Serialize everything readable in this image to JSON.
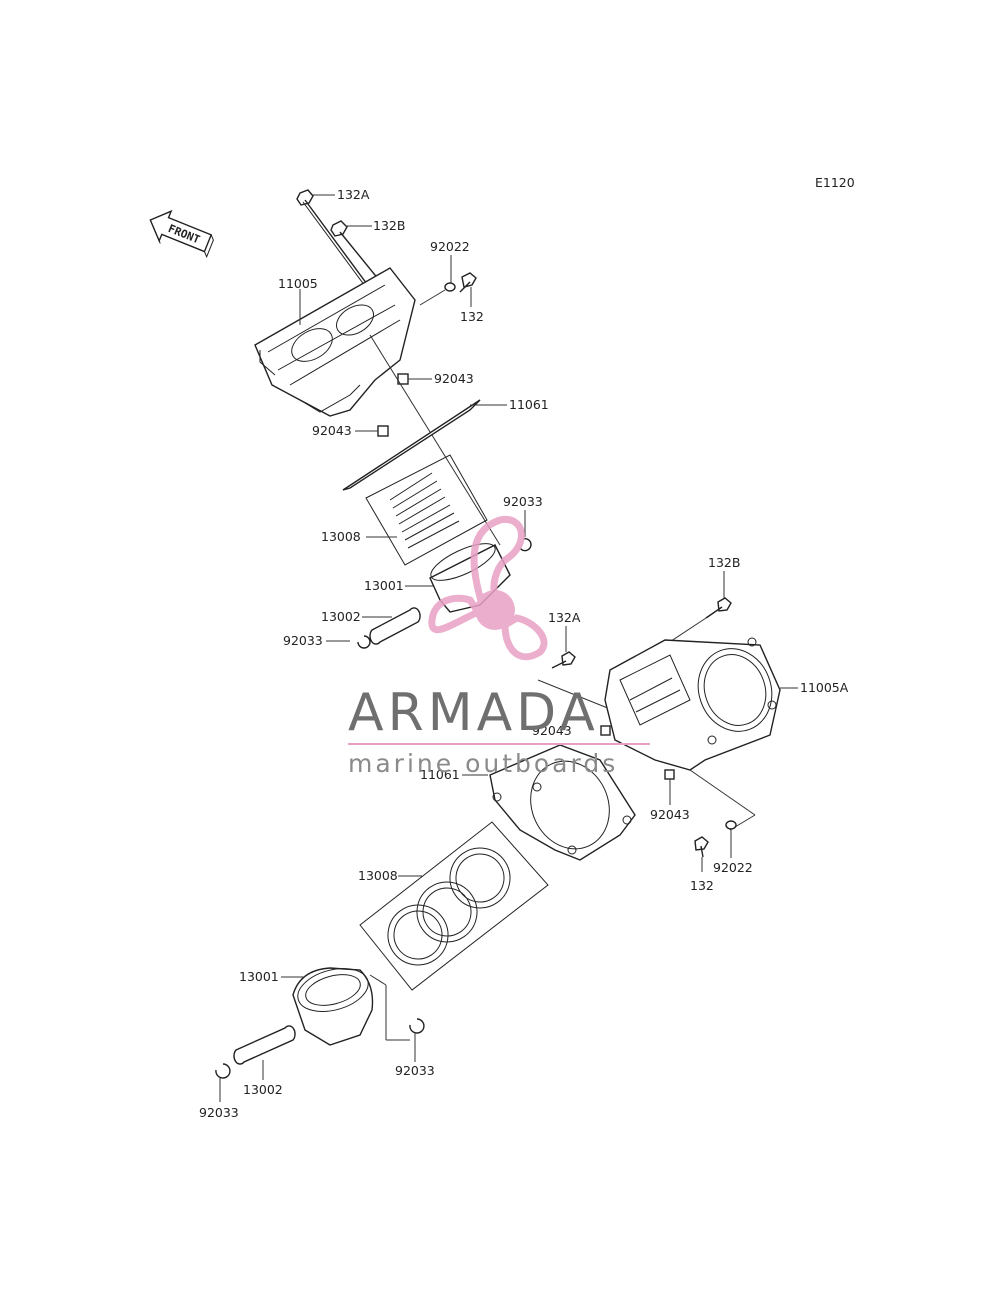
{
  "diagram_code": "E1120",
  "front_label": "FRONT",
  "watermark": {
    "brand": "ARMADA",
    "tagline": "marine outboards",
    "accent_color": "#e8a0c4",
    "text_color": "#6f6f6f",
    "icon": "propeller-logo"
  },
  "labels": {
    "p132A_top": "132A",
    "p132B_top": "132B",
    "p92022_top": "92022",
    "p132_top": "132",
    "p11005": "11005",
    "p92043_top_r": "92043",
    "p11061_top": "11061",
    "p92043_top_l": "92043",
    "p92033_top": "92033",
    "p13008_top": "13008",
    "p13001_top": "13001",
    "p13002_top": "13002",
    "p92033_top_l": "92033",
    "p132B_right": "132B",
    "p132A_mid": "132A",
    "p11005A": "11005A",
    "p92043_mid": "92043",
    "p11061_mid": "11061",
    "p92043_low": "92043",
    "p92022_low": "92022",
    "p132_low": "132",
    "p13008_low": "13008",
    "p13001_low": "13001",
    "p92033_low_r": "92033",
    "p13002_low": "13002",
    "p92033_low_l": "92033"
  }
}
